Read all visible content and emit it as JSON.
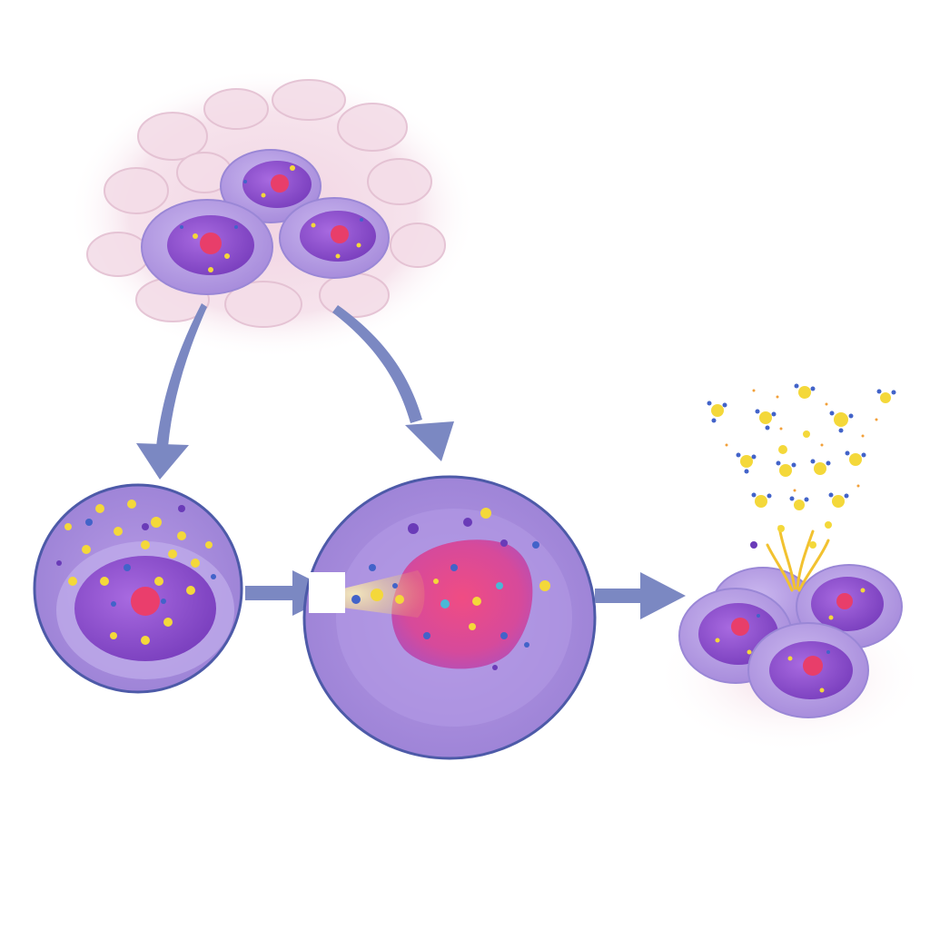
{
  "figure": {
    "stages": [
      {
        "id": "tissue-cluster",
        "description_visible_text": ""
      },
      {
        "id": "single-cell-granules",
        "description_visible_text": ""
      },
      {
        "id": "enlarged-cell-uptake",
        "description_visible_text": ""
      },
      {
        "id": "cell-group-release",
        "description_visible_text": ""
      }
    ],
    "colors": {
      "cell_body": "#b9a3e3",
      "cell_outline": "#4d5aa8",
      "nucleus": "#8b4fc9",
      "nucleolus": "#e83e6a",
      "granule_yellow": "#f4d83a",
      "granule_blue": "#4263c9",
      "arrow": "#7b88c2",
      "tissue": "#f2dbe6"
    },
    "icons": [
      "tissue-icon",
      "cell-icon",
      "nucleus-icon",
      "granule-icon",
      "arrow-icon",
      "molecule-icon"
    ]
  }
}
